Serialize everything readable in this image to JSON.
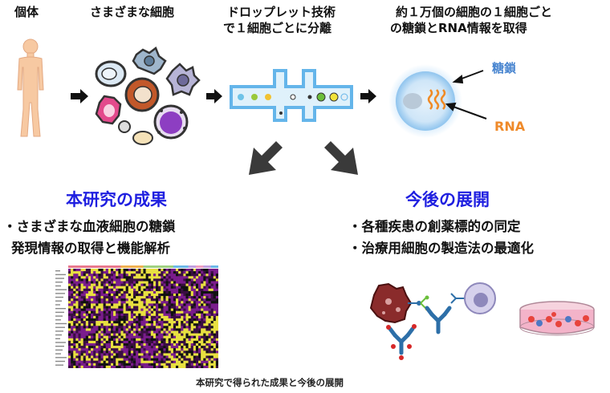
{
  "labels": {
    "individual": "個体",
    "cells": "さまざまな細胞",
    "droplet": [
      "ドロップレット技術",
      "で１細胞ごとに分離"
    ],
    "single_cell": [
      "約１万個の細胞の１細胞ごと",
      "の糖鎖とRNA情報を取得"
    ],
    "glycan": "糖鎖",
    "rna": "RNA"
  },
  "results": {
    "heading": "本研究の成果",
    "bullets": [
      "・さまざまな血液細胞の糖鎖",
      "発現情報の取得と機能解析"
    ]
  },
  "future": {
    "heading": "今後の展開",
    "bullets": [
      "・各種疾患の創薬標的の同定",
      "・治療用細胞の製造法の最適化"
    ]
  },
  "caption": "本研究で得られた成果と今後の展開",
  "colors": {
    "heading": "#1f1fe0",
    "glycan_label": "#4a86d0",
    "rna_label": "#ef8a2a",
    "body_skin": "#f7c9a2",
    "channel": "#64b5ea"
  }
}
